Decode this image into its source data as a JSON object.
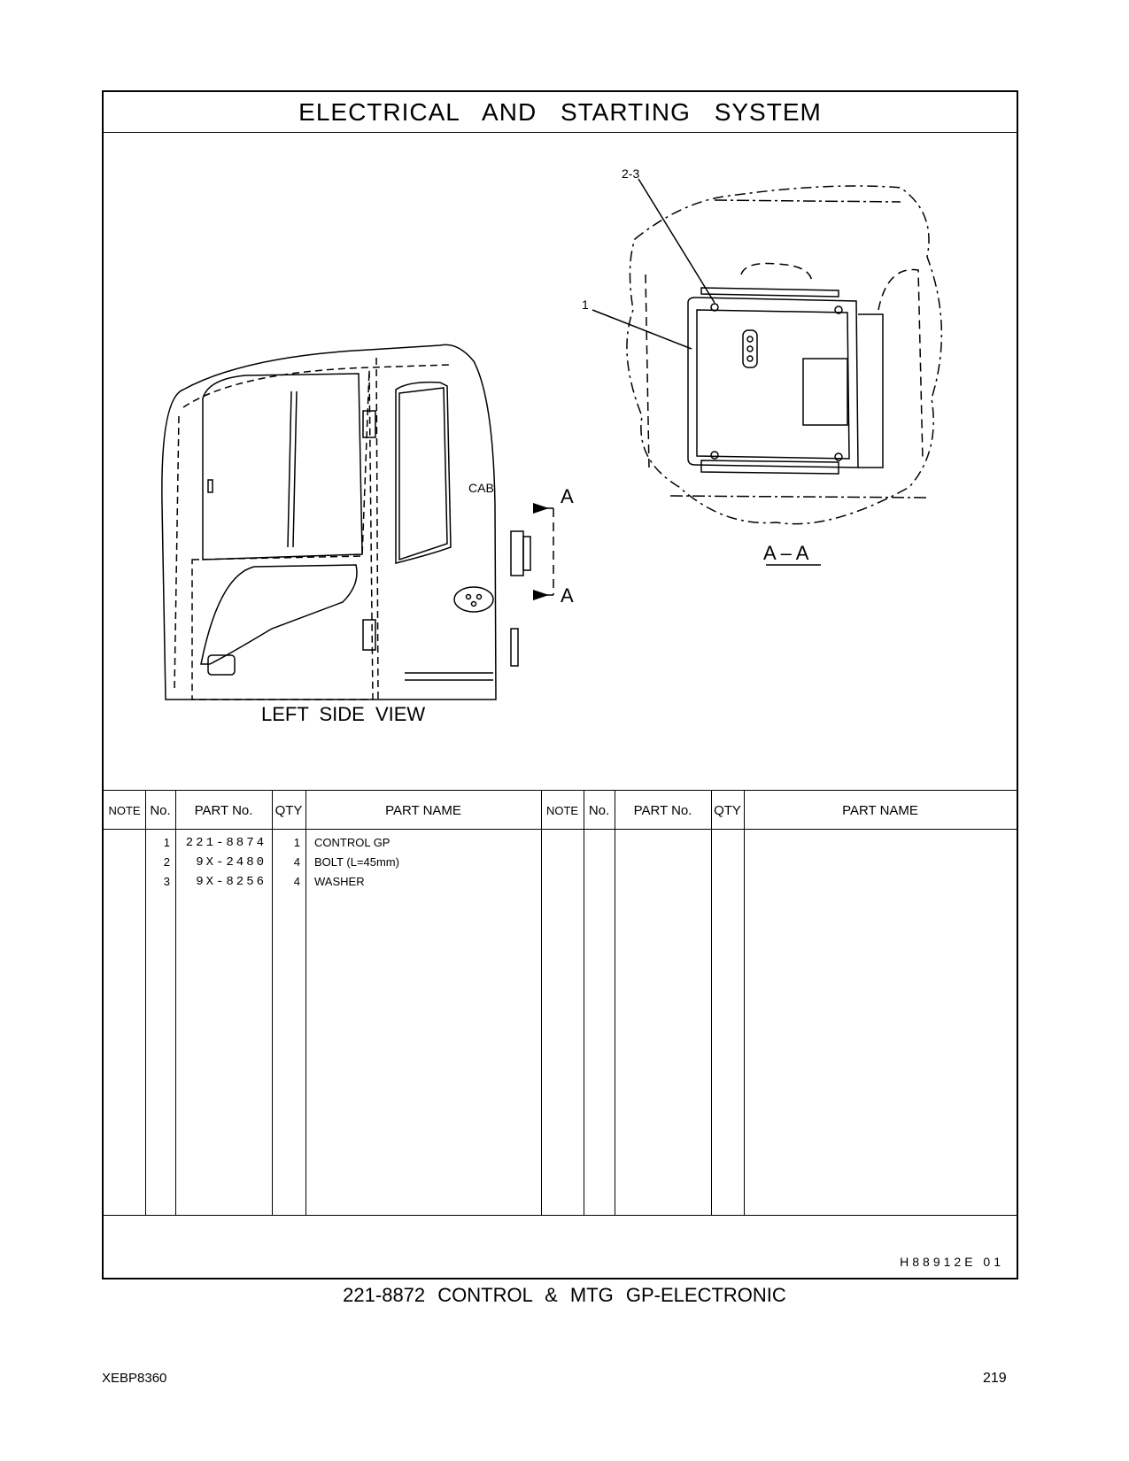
{
  "title": "ELECTRICAL AND STARTING SYSTEM",
  "drawing": {
    "callout_1": "1",
    "callout_2_3": "2-3",
    "cab_label": "CAB",
    "section_marker_top": "A",
    "section_marker_bottom": "A",
    "section_view_label": "A – A",
    "left_side_view_label": "LEFT SIDE VIEW",
    "line_color": "#000000"
  },
  "table": {
    "headers": {
      "note": "NOTE",
      "no": "No.",
      "part_no": "PART No.",
      "qty": "QTY",
      "part_name": "PART NAME"
    },
    "rows": [
      {
        "no": "1",
        "part_no": "221-8874",
        "qty": "1",
        "part_name": "CONTROL GP"
      },
      {
        "no": "2",
        "part_no": "9X-2480",
        "qty": "4",
        "part_name": "BOLT (L=45mm)"
      },
      {
        "no": "3",
        "part_no": "9X-8256",
        "qty": "4",
        "part_name": "WASHER"
      }
    ]
  },
  "figure_code": "H88912E 01",
  "caption": "221-8872 CONTROL & MTG GP-ELECTRONIC",
  "doc_id": "XEBP8360",
  "page_number": "219"
}
